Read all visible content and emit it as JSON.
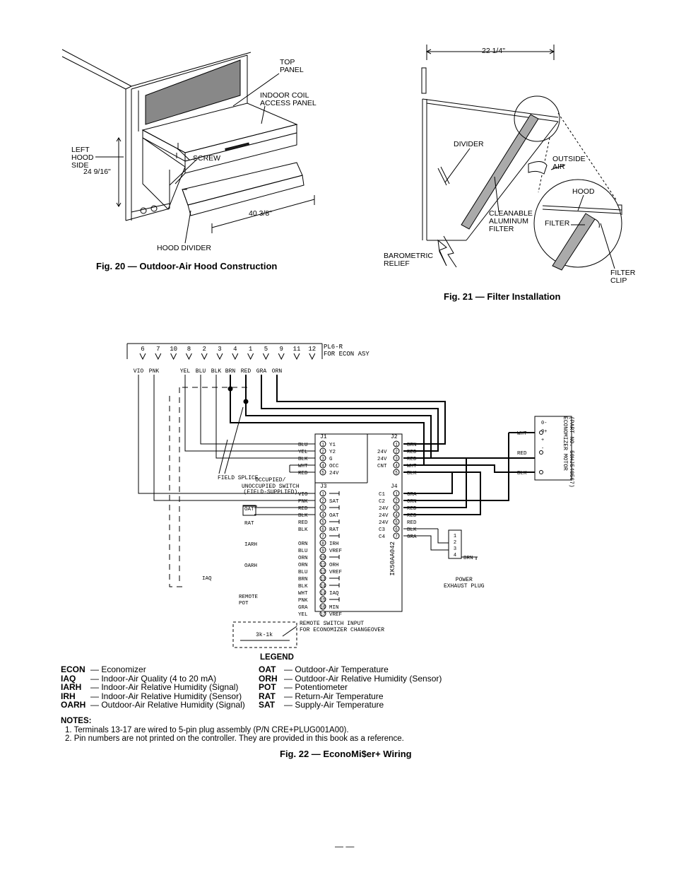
{
  "fig20": {
    "caption": "Fig. 20 — Outdoor-Air Hood Construction",
    "labels": {
      "top_panel": "TOP\nPANEL",
      "indoor_coil": "INDOOR COIL\nACCESS PANEL",
      "left_hood_side": "LEFT\nHOOD\nSIDE",
      "screw": "SCREW",
      "dim_height": "24 9/16\"",
      "dim_width": "40 3/8\"",
      "hood_divider": "HOOD DIVIDER"
    }
  },
  "fig21": {
    "caption": "Fig. 21 — Filter Installation",
    "labels": {
      "dim": "22 1/4\"",
      "divider": "DIVIDER",
      "outside_air": "OUTSIDE\nAIR",
      "hood": "HOOD",
      "filter": "FILTER",
      "cleanable": "CLEANABLE\nALUMINUM\nFILTER",
      "barometric": "BAROMETRIC\nRELIEF",
      "filter_clip": "FILTER\nCLIP"
    }
  },
  "fig22": {
    "caption": "Fig. 22 — EconoMi$er+ Wiring",
    "plug_label": "PL6-R\nFOR ECON ASY",
    "plug_pins": [
      "6",
      "7",
      "10",
      "8",
      "2",
      "3",
      "4",
      "1",
      "5",
      "9",
      "11",
      "12"
    ],
    "wire_colors": [
      "VIO",
      "PNK",
      "YEL",
      "BLU",
      "BLK",
      "BRN",
      "RED",
      "GRA",
      "ORN"
    ],
    "field_splice": "FIELD SPLICE",
    "occ_switch": "OCCUPIED/\nUNOCCUPIED SWITCH\n(FIELD-SUPPLIED)",
    "controller_id": "IK50AA042",
    "motor": "(PART NO. 50HJ540567)\nECONOMIZER MOTOR",
    "motor_pins": [
      "0-",
      "0+",
      "+",
      "-"
    ],
    "motor_wires": [
      "WHT",
      "RED",
      "BLK"
    ],
    "power_exhaust": "POWER\nEXHAUST PLUG",
    "remote_switch": "REMOTE SWITCH INPUT\nFOR ECONOMIZER CHANGEOVER",
    "j1": {
      "name": "J1",
      "rows": [
        [
          "BLU",
          "1",
          "Y1"
        ],
        [
          "YEL",
          "2",
          "Y2"
        ],
        [
          "BLK",
          "3",
          "G"
        ],
        [
          "WHT",
          "4",
          "OCC"
        ],
        [
          "RED",
          "5",
          "24V"
        ]
      ]
    },
    "j2": {
      "name": "J2",
      "rows": [
        [
          "",
          "1",
          "BRN"
        ],
        [
          "24V",
          "2",
          "RED"
        ],
        [
          "24V",
          "3",
          "RED"
        ],
        [
          "CNT",
          "4",
          "WHT"
        ],
        [
          "",
          "5",
          "BLK"
        ]
      ]
    },
    "j3": {
      "name": "J3",
      "rows": [
        [
          "VIO",
          "1",
          "T"
        ],
        [
          "PNK",
          "2",
          "SAT"
        ],
        [
          "RED",
          "3",
          "T"
        ],
        [
          "BLK",
          "4",
          "OAT"
        ],
        [
          "RED",
          "5",
          "T"
        ],
        [
          "BLK",
          "6",
          "RAT"
        ],
        [
          "",
          "7",
          "T"
        ],
        [
          "ORN",
          "8",
          "IRH"
        ],
        [
          "BLU",
          "9",
          "VREF"
        ],
        [
          "ORN",
          "10",
          "T"
        ],
        [
          "ORN",
          "11",
          "ORH"
        ],
        [
          "BLU",
          "12",
          "VREF"
        ],
        [
          "BRN",
          "13",
          "T"
        ],
        [
          "BLK",
          "14",
          "T"
        ],
        [
          "WHT",
          "14",
          "IAQ"
        ],
        [
          "PNK",
          "15",
          "T"
        ],
        [
          "GRA",
          "16",
          "MIN"
        ],
        [
          "YEL",
          "17",
          "VREF"
        ]
      ]
    },
    "j4": {
      "name": "J4",
      "rows": [
        [
          "C1",
          "1",
          "GRA"
        ],
        [
          "C2",
          "2",
          "ORN"
        ],
        [
          "24V",
          "3",
          "RED"
        ],
        [
          "24V",
          "4",
          "RED"
        ],
        [
          "24V",
          "5",
          "RED"
        ],
        [
          "C3",
          "6",
          "BLK"
        ],
        [
          "C4",
          "7",
          "GRA"
        ]
      ]
    },
    "sensors": [
      "OAT",
      "RAT",
      "IARH",
      "OARH",
      "REMOTE\nPOT",
      "IAQ"
    ],
    "resistor": "3k-1k",
    "exhaust_pins": [
      "1",
      "2",
      "3",
      "4"
    ],
    "exhaust_wire": "BRN"
  },
  "legend": {
    "title": "LEGEND",
    "left": [
      [
        "ECON",
        "Economizer"
      ],
      [
        "IAQ",
        "Indoor-Air Quality (4 to 20 mA)"
      ],
      [
        "IARH",
        "Indoor-Air Relative Humidity (Signal)"
      ],
      [
        "IRH",
        "Indoor-Air Relative Humidity (Sensor)"
      ],
      [
        "OARH",
        "Outdoor-Air Relative Humidity (Signal)"
      ]
    ],
    "right": [
      [
        "OAT",
        "Outdoor-Air Temperature"
      ],
      [
        "ORH",
        "Outdoor-Air Relative Humidity (Sensor)"
      ],
      [
        "POT",
        "Potentiometer"
      ],
      [
        "RAT",
        "Return-Air Temperature"
      ],
      [
        "SAT",
        "Supply-Air Temperature"
      ]
    ]
  },
  "notes": {
    "title": "NOTES:",
    "items": [
      "1.  Terminals 13-17 are wired to 5-pin plug assembly (P/N CRE+PLUG001A00).",
      "2.  Pin numbers are not printed on the controller. They are provided in this book as a reference."
    ]
  },
  "page_number": "— —"
}
